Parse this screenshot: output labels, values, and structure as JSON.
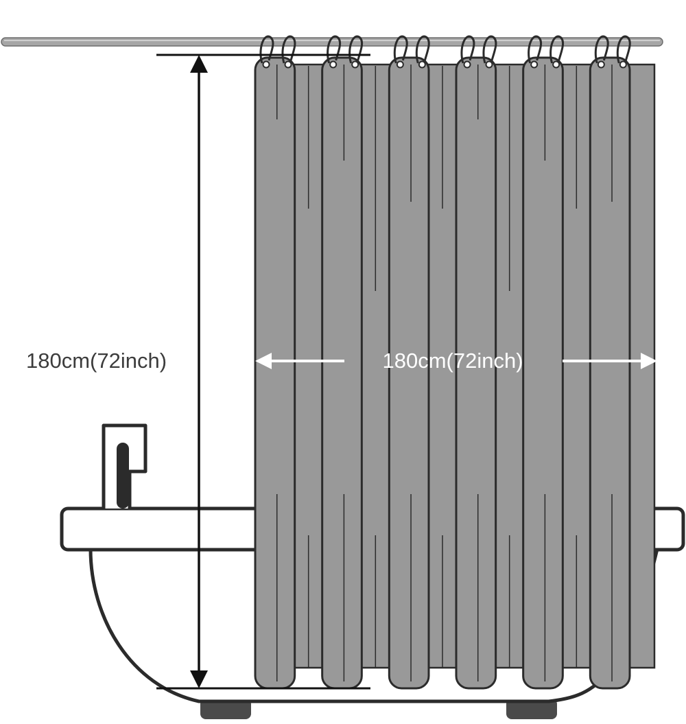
{
  "dimensions": {
    "height_label": "180cm(72inch)",
    "width_label": "180cm(72inch)"
  },
  "colors": {
    "curtain_fill": "#999999",
    "outline": "#2b2b2b",
    "rod": "#a6a6a6",
    "width_arrow": "#ffffff",
    "height_arrow": "#111111",
    "tub_fill": "#ffffff",
    "tub_feet": "#4a4a4a"
  },
  "icons": {
    "rod": "shower-rod",
    "rings": "shower-curtain-ring",
    "curtain": "shower-curtain",
    "bathtub": "bathtub",
    "faucet": "faucet-icon"
  },
  "curtain": {
    "panel_count": 6,
    "rings_per_panel": 2
  }
}
